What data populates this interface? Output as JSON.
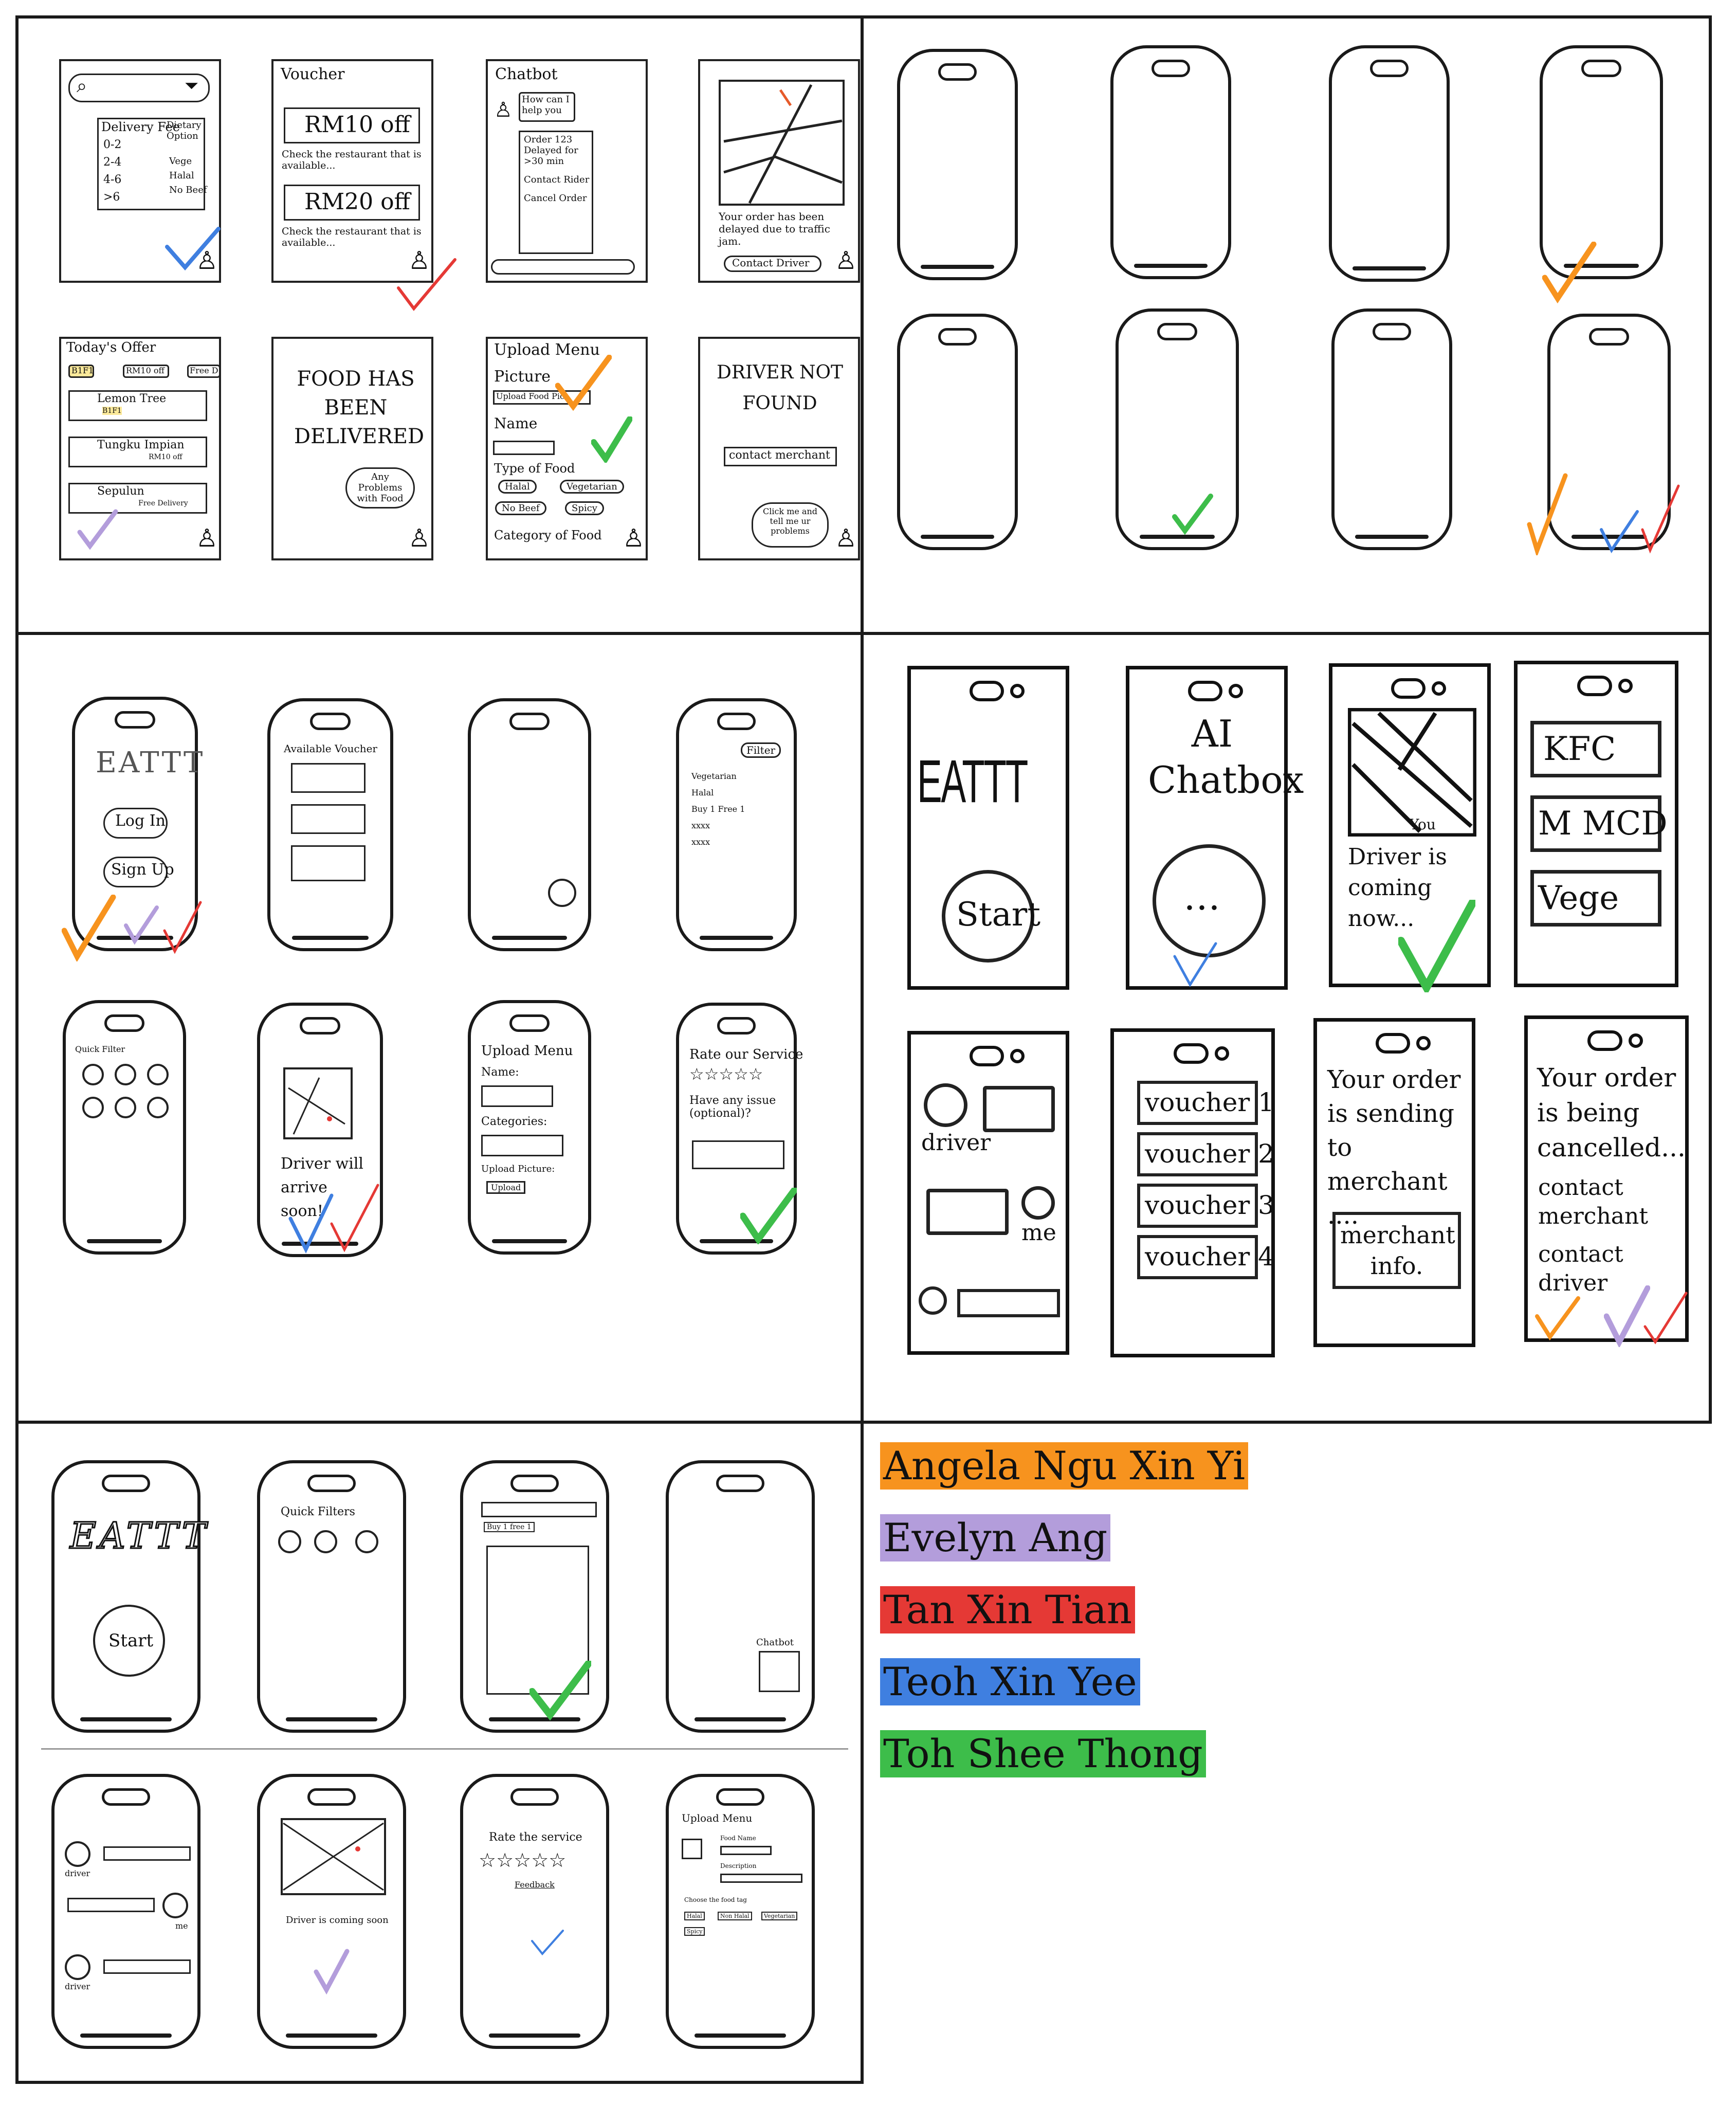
{
  "q1": {
    "search_sketch": {
      "filter_title": "Delivery Fee",
      "filter_rows": [
        "0-2",
        "2-4",
        "4-6",
        ">6"
      ],
      "diet_title": "Dietary Option",
      "diet_rows": [
        "Vege",
        "Halal",
        "No Beef"
      ]
    },
    "voucher_sketch": {
      "title": "Voucher",
      "v1": "RM10 off",
      "v1_note": "Check the restaurant that is available...",
      "v2": "RM20 off",
      "v2_note": "Check the restaurant that is available..."
    },
    "chatbot_sketch": {
      "title": "Chatbot",
      "greet": "How can I help you",
      "order_msg": "Order 123 Delayed for >30 min",
      "opt1": "Contact Rider",
      "opt2": "Cancel Order"
    },
    "map_sketch": {
      "msg": "Your order has been delayed due to traffic jam.",
      "button": "Contact Driver"
    },
    "offer_sketch": {
      "title": "Today's Offer",
      "tabs": [
        "B1F1",
        "RM10 off",
        "Free D"
      ],
      "items": [
        "Lemon Tree",
        "Tungku Impian",
        "Sepulun"
      ],
      "tag1": "B1F1",
      "tag2": "RM10 off",
      "tag3": "Free Delivery"
    },
    "delivered_sketch": {
      "msg": "FOOD HAS BEEN DELIVERED",
      "bubble": "Any Problems with Food"
    },
    "upload_sketch": {
      "title": "Upload Menu",
      "picture": "Picture",
      "pic_btn": "Upload Food Pic",
      "name": "Name",
      "type": "Type of Food",
      "types": [
        "Halal",
        "Vegetarian",
        "No Beef",
        "Spicy"
      ],
      "category": "Category of Food"
    },
    "notfound_sketch": {
      "msg": "DRIVER NOT FOUND",
      "button": "contact merchant",
      "bubble": "Click me and tell me ur problems"
    }
  },
  "q3": {
    "login": {
      "logo": "EATTT",
      "btn1": "Log In",
      "btn2": "Sign Up"
    },
    "vouchers": {
      "title": "Available Voucher"
    },
    "filter": {
      "title": "Filter",
      "rows": [
        "Vegetarian",
        "Halal",
        "Buy 1 Free 1",
        "xxxx",
        "xxxx"
      ]
    },
    "quick": {
      "title": "Quick Filter"
    },
    "map": {
      "msg": "Driver will arrive soon!"
    },
    "upload": {
      "title": "Upload Menu",
      "name": "Name:",
      "cat": "Categories:",
      "pic": "Upload Picture:",
      "btn": "Upload"
    },
    "rate": {
      "title": "Rate our Service",
      "issue": "Have any issue (optional)?"
    }
  },
  "q4": {
    "start": {
      "logo": "EATTT",
      "btn": "Start"
    },
    "chat": {
      "title": "AI Chatbox"
    },
    "map": {
      "you": "You",
      "msg": "Driver is coming now..."
    },
    "rest": {
      "items": [
        "KFC",
        "M MCD",
        "Vege"
      ]
    },
    "convo": {
      "driver": "driver",
      "me": "me"
    },
    "vouchers": {
      "items": [
        "voucher 1",
        "voucher 2",
        "voucher 3",
        "voucher 4"
      ]
    },
    "sending": {
      "msg": "Your order is sending to merchant ....",
      "box": "merchant info."
    },
    "cancel": {
      "msg": "Your order is being cancelled...",
      "c1": "contact merchant",
      "c2": "contact driver"
    }
  },
  "q5": {
    "start": {
      "logo": "EATTT",
      "btn": "Start"
    },
    "quick": {
      "title": "Quick Filters"
    },
    "search": {
      "bar": "Buy 1 free 1"
    },
    "chatbot": {
      "label": "Chatbot"
    },
    "convo": {
      "driver": "driver",
      "me": "me"
    },
    "map": {
      "msg": "Driver is coming soon"
    },
    "rate": {
      "title": "Rate the service",
      "fb": "Feedback"
    },
    "upload": {
      "title": "Upload Menu",
      "name": "Food Name",
      "desc": "Description",
      "choose": "Choose the food tag",
      "tags": [
        "Halal",
        "Non Halal",
        "Vegetarian",
        "Spicy"
      ]
    }
  },
  "legend": [
    {
      "name": "Angela Ngu Xin Yi",
      "color": "#f7931e"
    },
    {
      "name": "Evelyn Ang",
      "color": "#b39ddb"
    },
    {
      "name": "Tan Xin Tian",
      "color": "#e53935"
    },
    {
      "name": "Teoh Xin Yee",
      "color": "#3f7fe0"
    },
    {
      "name": "Toh Shee Thong",
      "color": "#3dbd4a"
    }
  ]
}
